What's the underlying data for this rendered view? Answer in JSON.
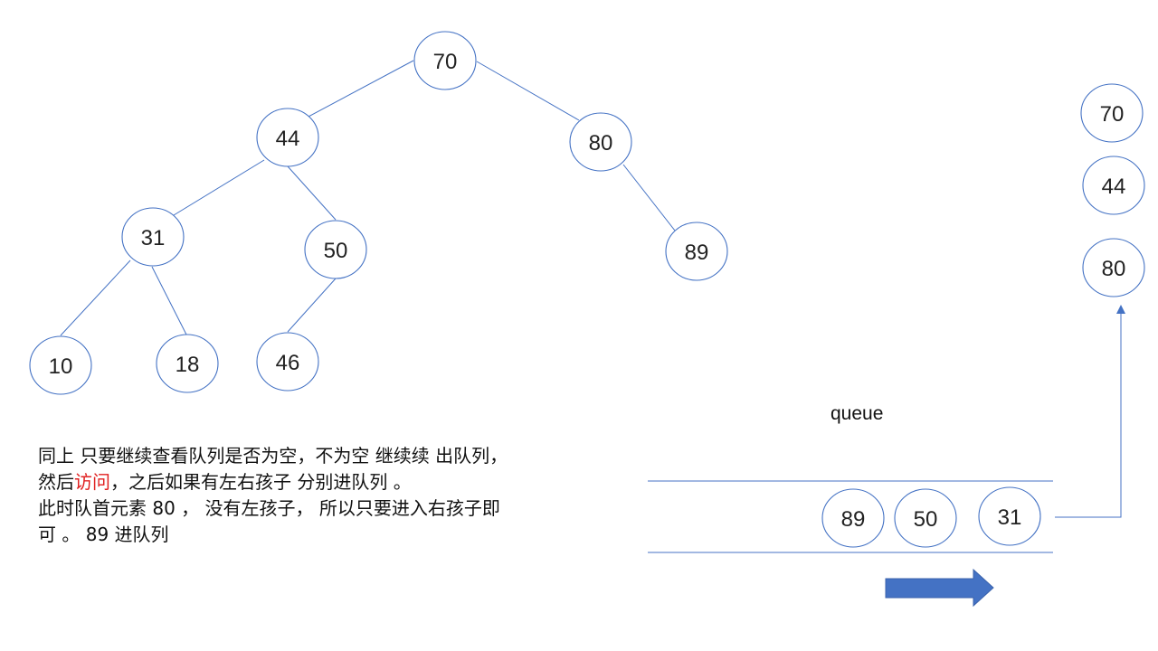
{
  "tree": {
    "nodes": [
      {
        "id": "n70",
        "value": "70"
      },
      {
        "id": "n44",
        "value": "44"
      },
      {
        "id": "n80",
        "value": "80"
      },
      {
        "id": "n31",
        "value": "31"
      },
      {
        "id": "n50",
        "value": "50"
      },
      {
        "id": "n89",
        "value": "89"
      },
      {
        "id": "n10",
        "value": "10"
      },
      {
        "id": "n18",
        "value": "18"
      },
      {
        "id": "n46",
        "value": "46"
      }
    ],
    "edges": [
      [
        "n70",
        "n44"
      ],
      [
        "n70",
        "n80"
      ],
      [
        "n44",
        "n31"
      ],
      [
        "n44",
        "n50"
      ],
      [
        "n80",
        "n89"
      ],
      [
        "n31",
        "n10"
      ],
      [
        "n31",
        "n18"
      ],
      [
        "n50",
        "n46"
      ]
    ]
  },
  "queue": {
    "label": "queue",
    "items": [
      "89",
      "50",
      "31"
    ]
  },
  "visited": [
    "70",
    "44",
    "80"
  ],
  "description": {
    "line1_part1": " 同上 只要继续查看队列是否为空，不为空 继续续 出队列， 然后",
    "line1_highlight": "访问",
    "line1_part2": "，之后如果有左右孩子 分别进队列 。",
    "line2": "此时队首元素 80 ， 没有左孩子， 所以只要进入右孩子即可 。  89 进队列"
  },
  "colors": {
    "stroke": "#4472c4",
    "arrow_fill": "#4472c4",
    "highlight": "#e02020"
  }
}
